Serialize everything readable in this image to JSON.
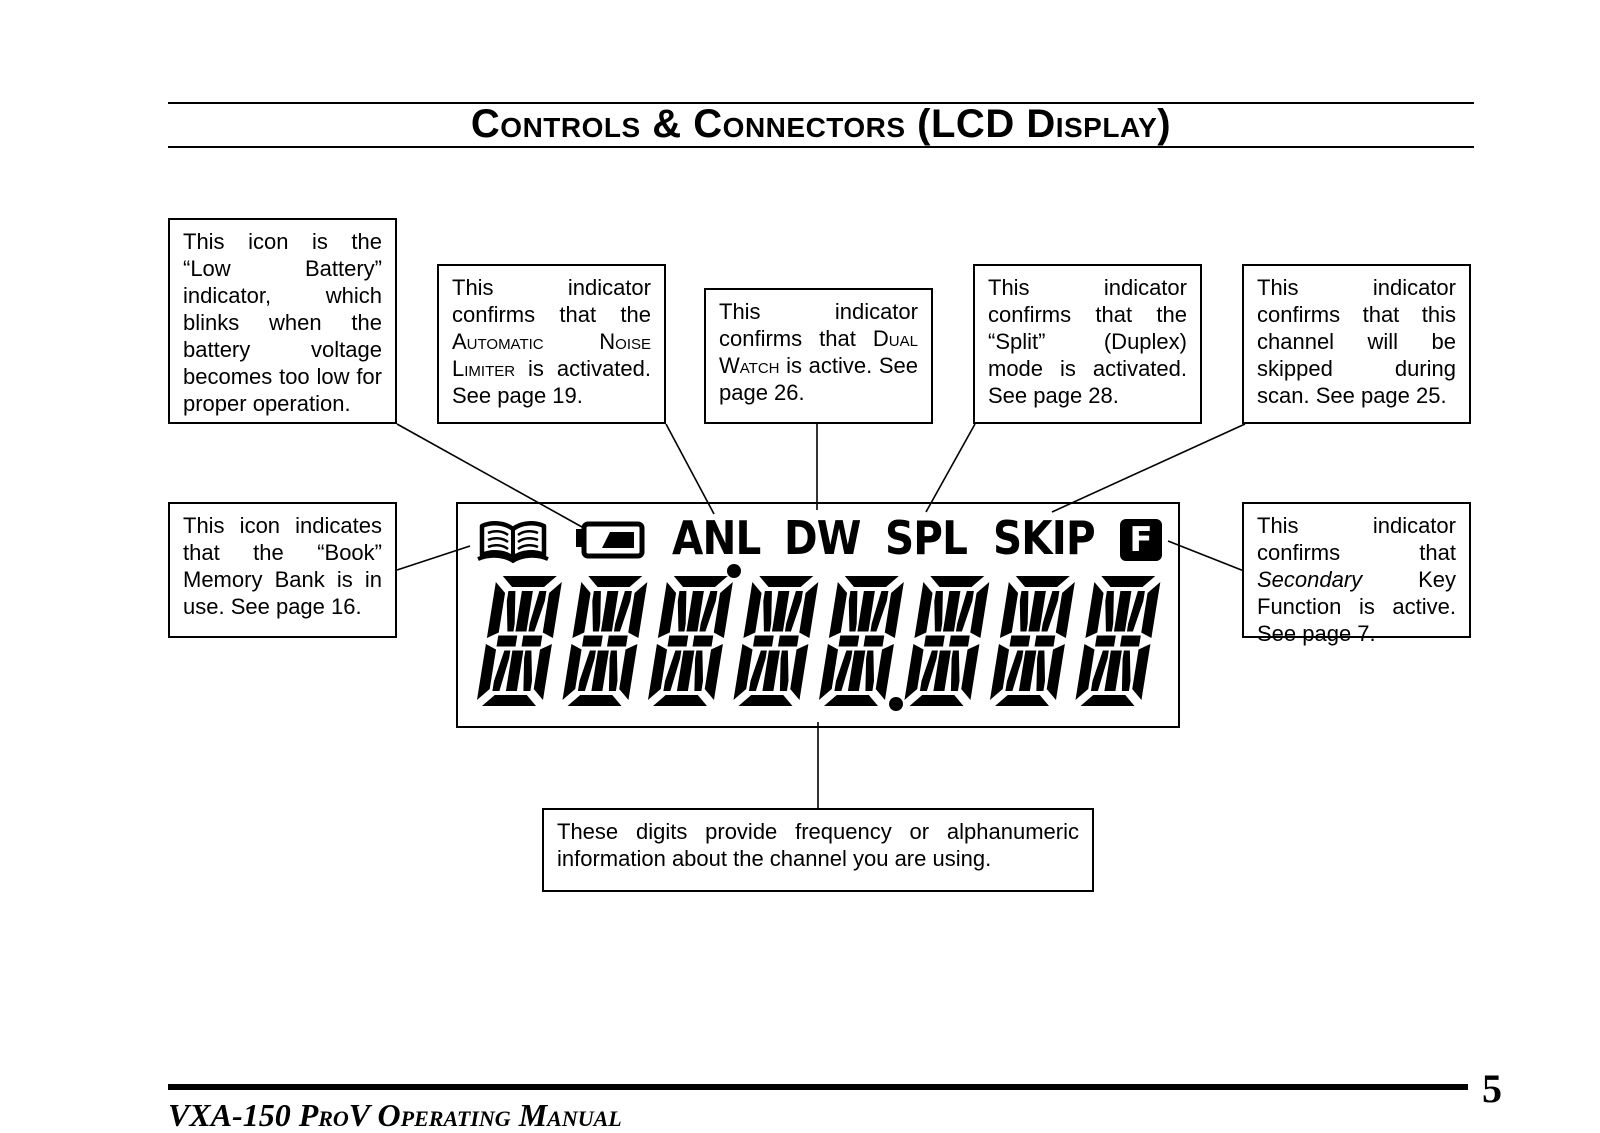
{
  "header": {
    "title": "Controls & Connectors (LCD Display)"
  },
  "callouts": {
    "low_battery": {
      "text": "This icon is the “Low Battery” indicator, which blinks when the battery voltage becomes too low for proper operation."
    },
    "anl": {
      "pre": "This indicator confirms that the ",
      "sc": "Automatic Noise Limiter",
      "post": " is activated. See page 19."
    },
    "dw": {
      "pre": "This indicator confirms that ",
      "sc": "Dual Watch",
      "post": " is active. See page 26."
    },
    "spl": {
      "text": "This indicator confirms that the “Split” (Duplex) mode is activated. See page 28."
    },
    "skip": {
      "text": "This indicator confirms that this channel will be skipped during scan. See page 25."
    },
    "book": {
      "text": "This icon indicates that the “Book” Memory Bank is in use. See page 16."
    },
    "fkey": {
      "pre": "This indicator confirms that ",
      "it": "Secondary",
      "post": " Key Function is active. See page 7."
    },
    "digits": {
      "text": "These digits provide frequency or alphanumeric information about the channel you are using."
    }
  },
  "lcd": {
    "indicators": {
      "anl": "ANL",
      "dw": "DW",
      "spl": "SPL",
      "skip": "SKIP",
      "f": "F"
    },
    "icons": [
      "book-icon",
      "battery-icon"
    ],
    "digit_count": 8
  },
  "footer": {
    "manual_title": "VXA-150 ProV Operating Manual",
    "page_number": "5"
  }
}
